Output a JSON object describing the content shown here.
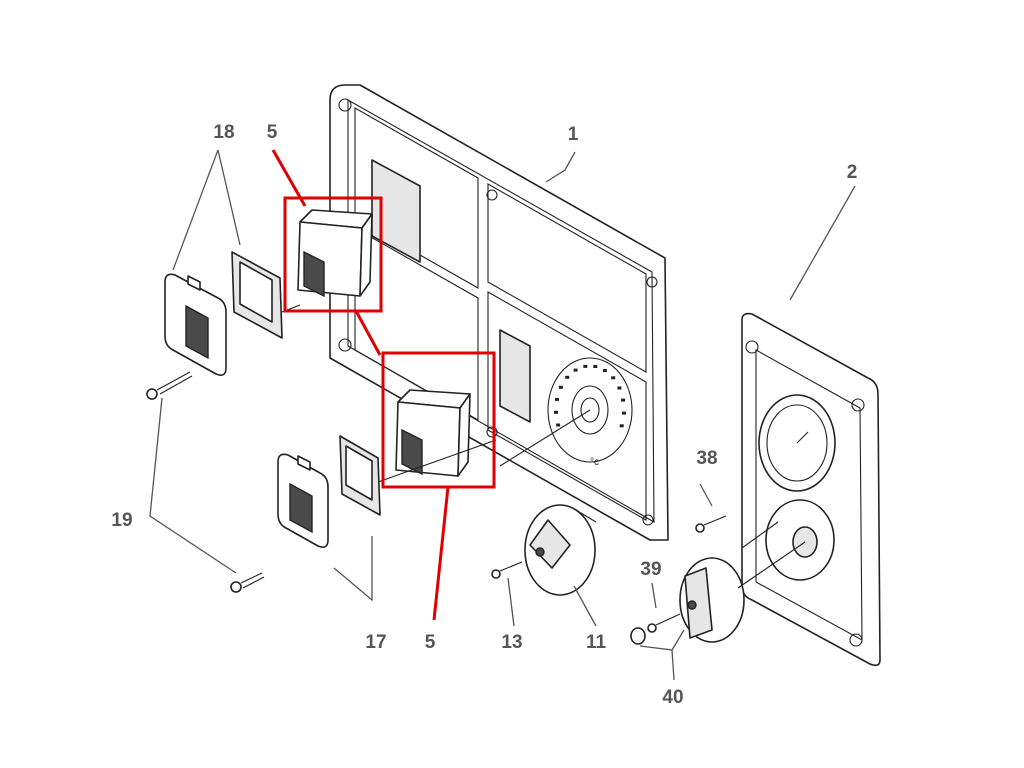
{
  "diagram": {
    "callouts": {
      "p1": "1",
      "p2": "2",
      "p5_top": "5",
      "p5_bottom": "5",
      "p11": "11",
      "p13": "13",
      "p17": "17",
      "p18": "18",
      "p19": "19",
      "p38": "38",
      "p39": "39",
      "p40": "40"
    },
    "colors": {
      "highlight": "#e00000",
      "callout_text": "#555555",
      "line_art": "#222222"
    }
  }
}
